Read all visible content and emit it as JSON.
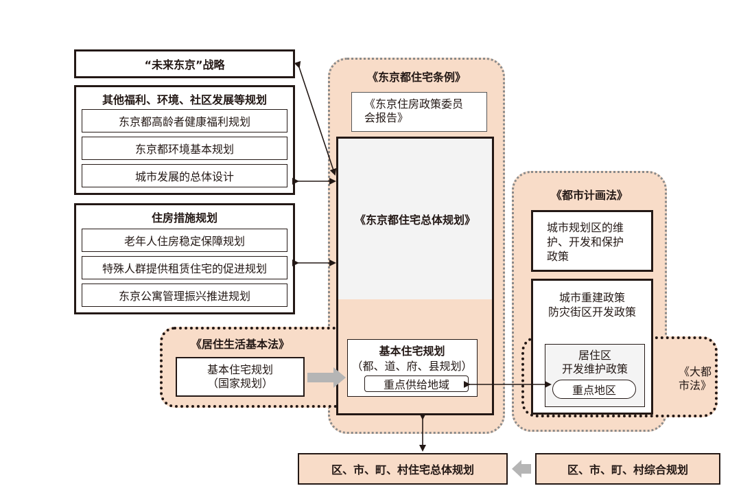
{
  "future_tokyo": "“未来东京”战略",
  "other_plans": {
    "title": "其他福利、环境、社区发展等规划",
    "items": [
      "东京都高龄者健康福利规划",
      "东京都环境基本规划",
      "城市发展的总体设计"
    ]
  },
  "housing_measures": {
    "title": "住房措施规划",
    "items": [
      "老年人住房稳定保障规划",
      "特殊人群提供租赁住宅的促进规划",
      "东京公寓管理振兴推进规划"
    ]
  },
  "tokyo_ordinance": {
    "title": "《东京都住宅条例》",
    "committee_report": "《东京住房政策委员\n会报告》",
    "master_plan": "《东京都住宅总体规划》"
  },
  "living_basic_law": {
    "title": "《居住生活基本法》",
    "national_plan": "基本住宅规划\n（国家规划）",
    "basic_plan_title": "基本住宅规划",
    "basic_plan_sub": "（都、道、府、县规划）",
    "priority_area": "重点供给地域"
  },
  "city_planning_law": {
    "title": "《都市计画法》",
    "box1": "城市规划区的维\n护、开发和保护\n政策",
    "box2": "城市重建政策\n防灾街区开发政策",
    "residential": "居住区\n开发维护政策",
    "key_area": "重点地区"
  },
  "metro_law": "《大都\n市法》",
  "bottom": {
    "ward_housing": "区、市、町、村住宅总体规划",
    "ward_general": "区、市、町、村综合规划"
  }
}
